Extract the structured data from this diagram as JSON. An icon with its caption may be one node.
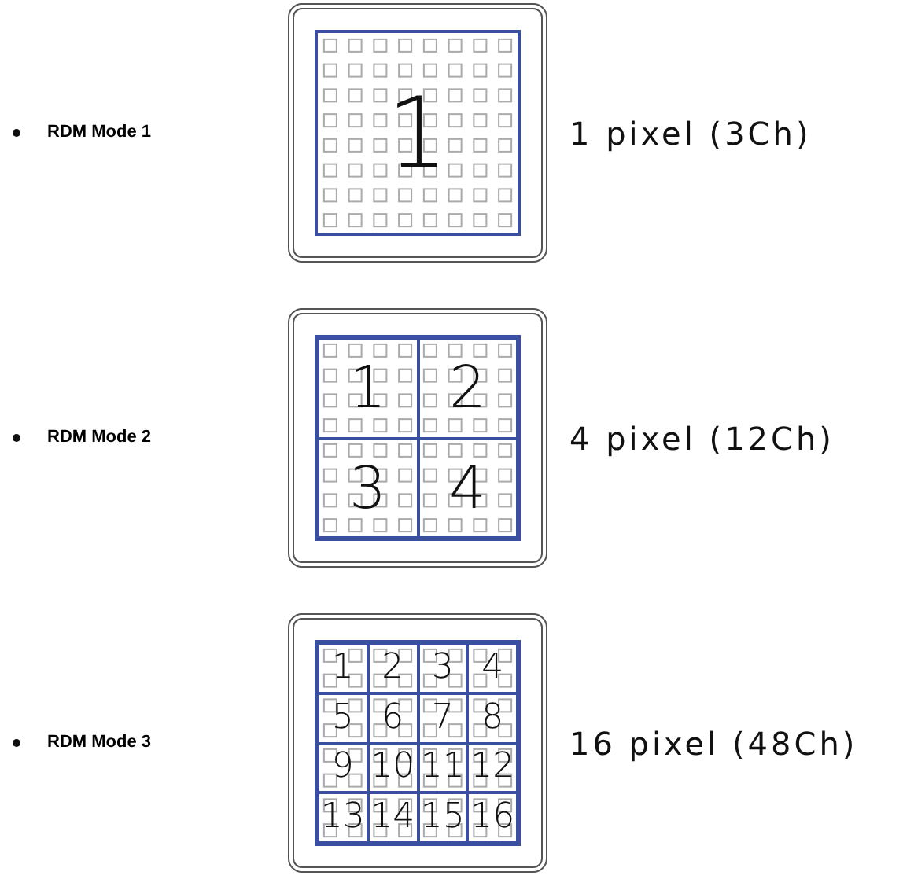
{
  "diagram": {
    "nodes": [
      {
        "text": [],
        "shape": "box",
        "beside": [
          "1 pixel (3Ch)"
        ]
      },
      {
        "text": [
          "1"
        ],
        "in": 0
      },
      {
        "text": [],
        "shape": "box",
        "beside": [
          "4 pixel (12Ch)"
        ]
      },
      {
        "text": [
          "1"
        ],
        "in": 2
      },
      {
        "text": [
          "2"
        ],
        "in": 2
      },
      {
        "text": [
          "3"
        ],
        "in": 2
      },
      {
        "text": [
          "4"
        ],
        "in": 2
      },
      {
        "text": [],
        "shape": "box",
        "beside": [
          "16 pixel (48Ch)"
        ]
      },
      {
        "text": [
          "1"
        ],
        "in": 7
      },
      {
        "text": [
          "2"
        ],
        "in": 7
      },
      {
        "text": [
          "3"
        ],
        "in": 7
      },
      {
        "text": [
          "4"
        ],
        "in": 7
      },
      {
        "text": [
          "5"
        ],
        "in": 7
      },
      {
        "text": [
          "6"
        ],
        "in": 7
      },
      {
        "text": [
          "7"
        ],
        "in": 7
      },
      {
        "text": [
          "8"
        ],
        "in": 7
      },
      {
        "text": [
          "9"
        ],
        "in": 7
      },
      {
        "text": [
          "10"
        ],
        "in": 7
      },
      {
        "text": [
          "11"
        ],
        "in": 7
      },
      {
        "text": [
          "12"
        ],
        "in": 7
      },
      {
        "text": [
          "13"
        ],
        "in": 7
      },
      {
        "text": [
          "14"
        ],
        "in": 7
      },
      {
        "text": [
          "15"
        ],
        "in": 7
      },
      {
        "text": [
          "16"
        ],
        "in": 7
      }
    ],
    "edges": [],
    "labels": [
      "RDM Mode 1",
      "RDM Mode 2",
      "RDM Mode 3"
    ]
  }
}
